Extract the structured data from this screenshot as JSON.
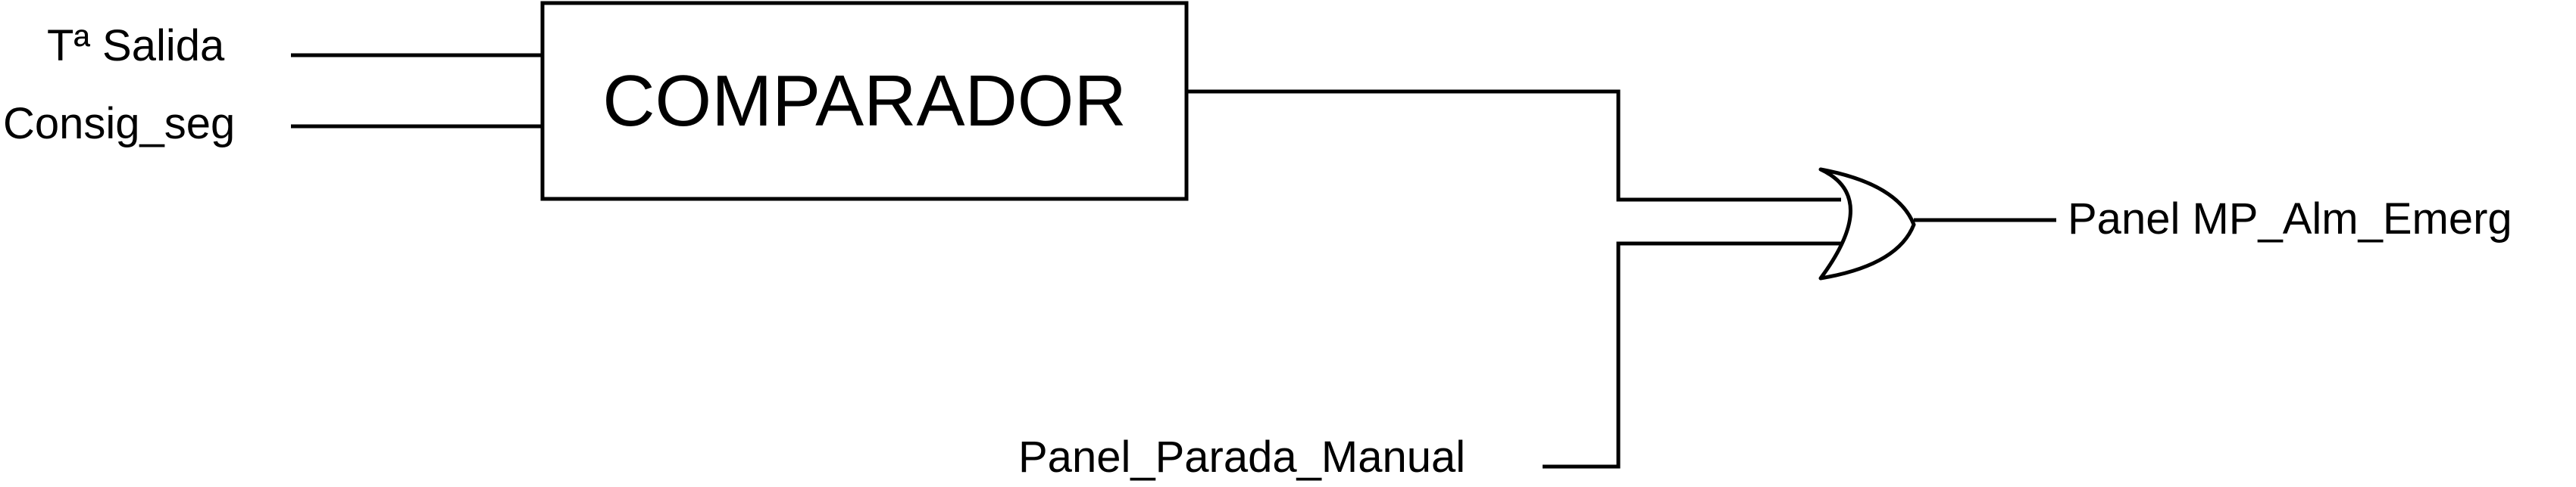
{
  "diagram": {
    "inputs": {
      "temp_out": "Tª Salida",
      "consig": "Consig_seg",
      "manual_stop": "Panel_Parada_Manual"
    },
    "block_label": "COMPARADOR",
    "output_label": "Panel MP_Alm_Emerg"
  }
}
